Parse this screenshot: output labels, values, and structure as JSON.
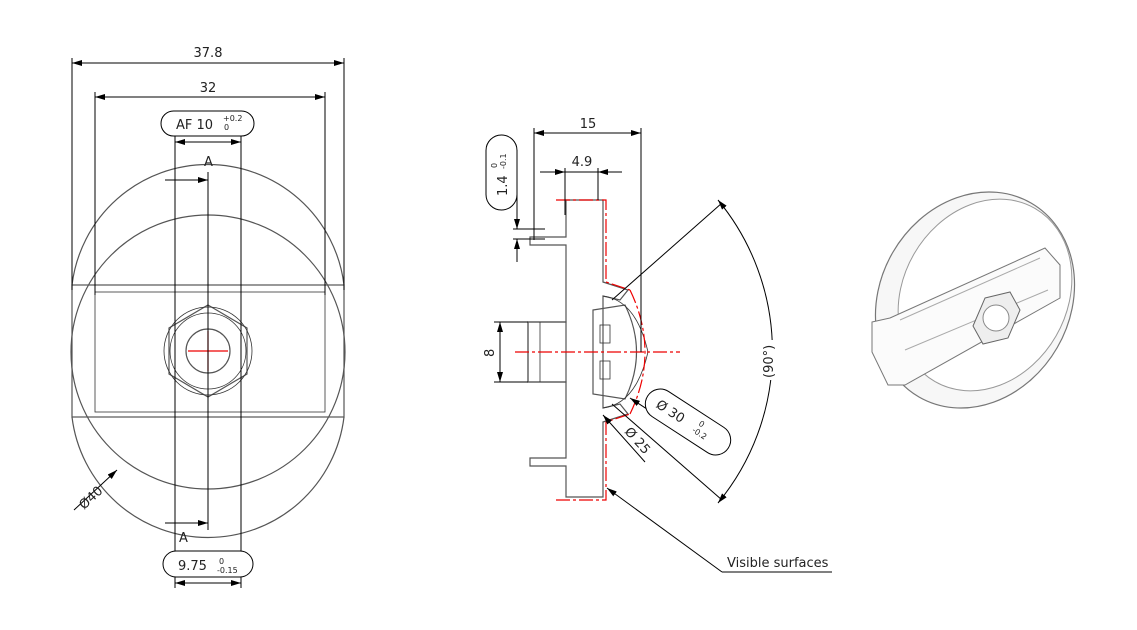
{
  "front_view": {
    "dim_overall_width": "37.8",
    "dim_inner_width": "32",
    "dim_af": {
      "label": "AF 10",
      "upper_tol": "+0.2",
      "lower_tol": "0"
    },
    "section_label_top": "A",
    "section_label_bottom": "A",
    "dim_diameter": "Ø40",
    "dim_width": {
      "label": "9.75",
      "upper_tol": "0",
      "lower_tol": "-0.15"
    }
  },
  "section_view": {
    "dim_depth": "15",
    "dim_thickness": "4.9",
    "dim_flange": {
      "label": "1.4",
      "upper_tol": "0",
      "lower_tol": "-0.1"
    },
    "dim_hub": "8",
    "dim_angle": "(90°)",
    "dim_outer_diameter": {
      "label": "Ø 30",
      "upper_tol": "0",
      "lower_tol": "-0.2"
    },
    "dim_inner_diameter": "Ø 25",
    "note": "Visible surfaces"
  },
  "colors": {
    "lines": "#000000",
    "center_lines": "#e00000"
  }
}
